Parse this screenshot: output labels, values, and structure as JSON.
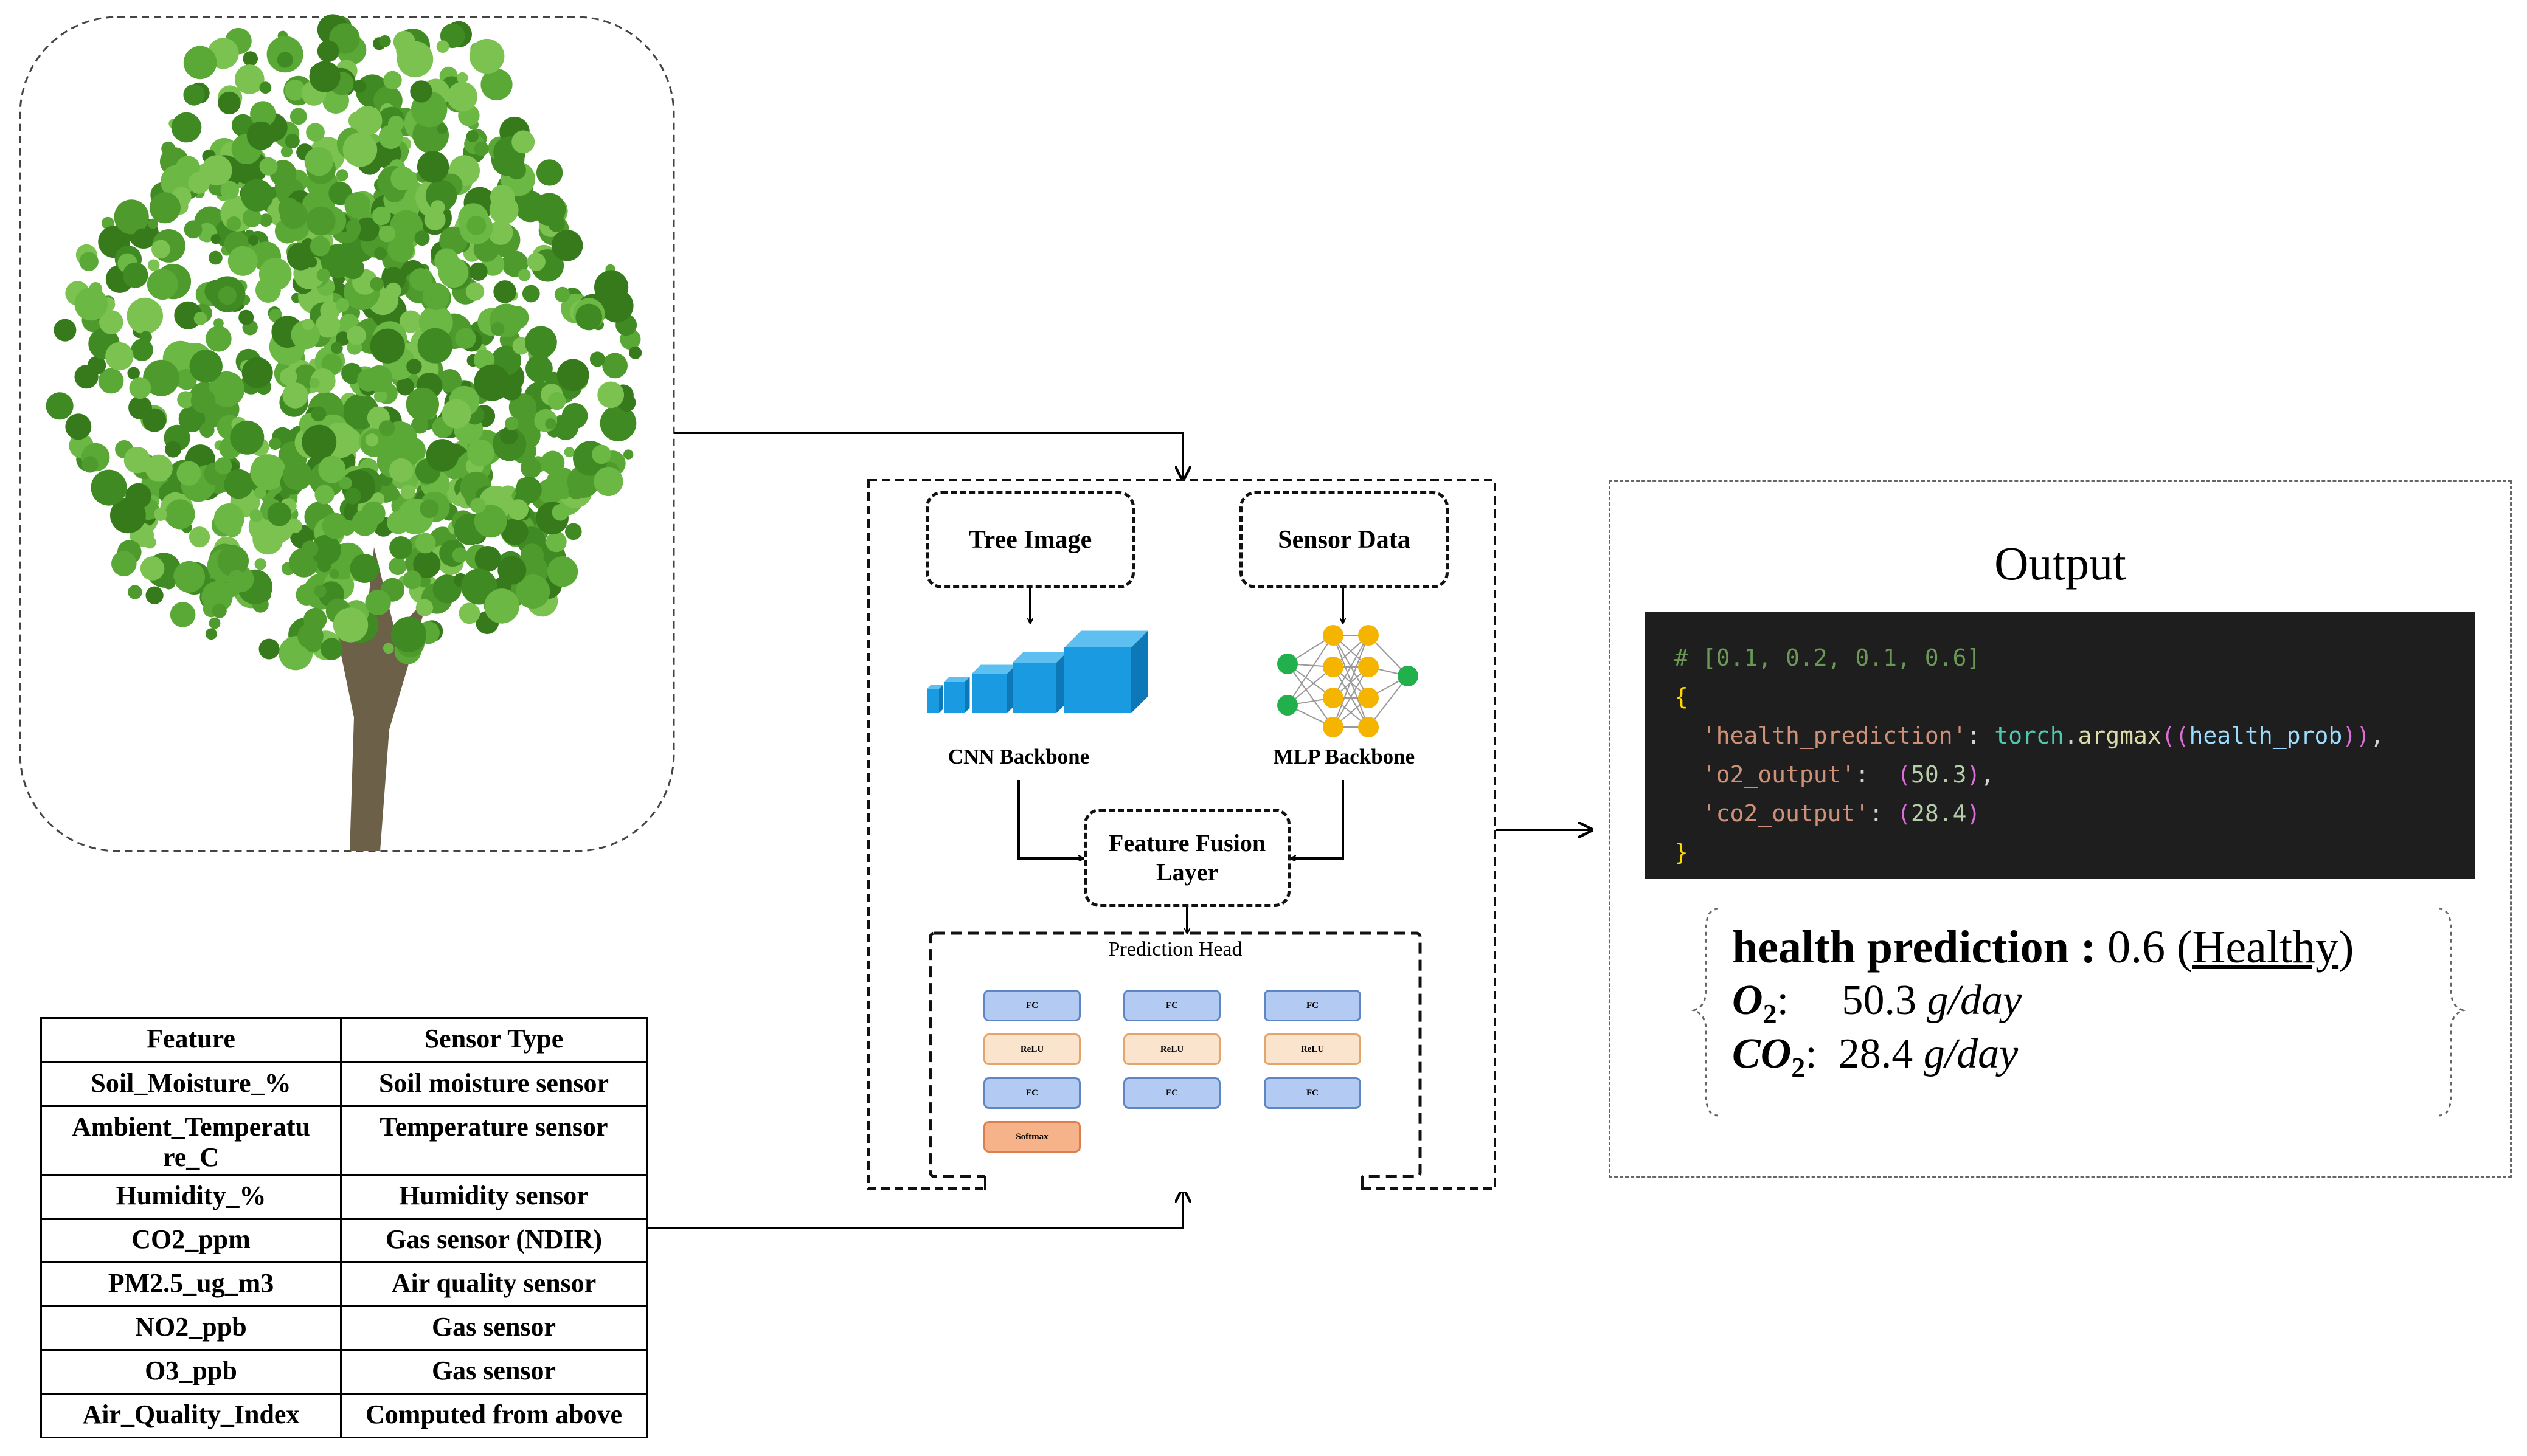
{
  "colors": {
    "cnn_blue": "#1a9ae0",
    "mlp_green": "#21b04b",
    "mlp_yellow": "#f5b400",
    "fc_fill": "#b3cbf2",
    "relu_fill": "#fbe4cd",
    "softmax_fill": "#f6b289",
    "code_background": "#1e1e1e",
    "tree_foliage": "#4e9a2c",
    "tree_trunk": "#6d6048"
  },
  "feature_table": {
    "headers": [
      "Feature",
      "Sensor Type"
    ],
    "rows": [
      {
        "feature": "Soil_Moisture_%",
        "sensor": "Soil moisture sensor"
      },
      {
        "feature": "Ambient_Temperatu re_C",
        "sensor": "Temperature sensor"
      },
      {
        "feature": "Humidity_%",
        "sensor": "Humidity sensor"
      },
      {
        "feature": "CO2_ppm",
        "sensor": "Gas sensor (NDIR)"
      },
      {
        "feature": "PM2.5_ug_m3",
        "sensor": "Air quality sensor"
      },
      {
        "feature": "NO2_ppb",
        "sensor": "Gas sensor"
      },
      {
        "feature": "O3_ppb",
        "sensor": "Gas sensor"
      },
      {
        "feature": "Air_Quality_Index",
        "sensor": "Computed from above"
      }
    ]
  },
  "model": {
    "tree_image_label": "Tree Image",
    "sensor_data_label": "Sensor Data",
    "cnn_label": "CNN Backbone",
    "mlp_label": "MLP Backbone",
    "fusion_label": "Feature Fusion Layer",
    "prediction_head_label": "Prediction Head",
    "fc_label": "FC",
    "relu_label": "ReLU",
    "softmax_label": "Softmax"
  },
  "output": {
    "title": "Output",
    "code": {
      "comment": "# [0.1, 0.2, 0.1, 0.6]",
      "open_brace": "{",
      "close_brace": "}",
      "key_health": "'health_prediction'",
      "fn_module": "torch",
      "fn_name": "argmax",
      "arg": "health_prob",
      "key_o2": "'o2_output'",
      "val_o2": "50.3",
      "key_co2": "'co2_output'",
      "val_co2": "28.4"
    },
    "result": {
      "health_label": "health prediction :",
      "health_value": "0.6",
      "health_class": "Healthy",
      "o2_symbol": "O",
      "o2_sub": "2",
      "o2_value": "50.3",
      "co2_symbol": "CO",
      "co2_sub": "2",
      "co2_value": "28.4",
      "unit": "g/day"
    }
  }
}
